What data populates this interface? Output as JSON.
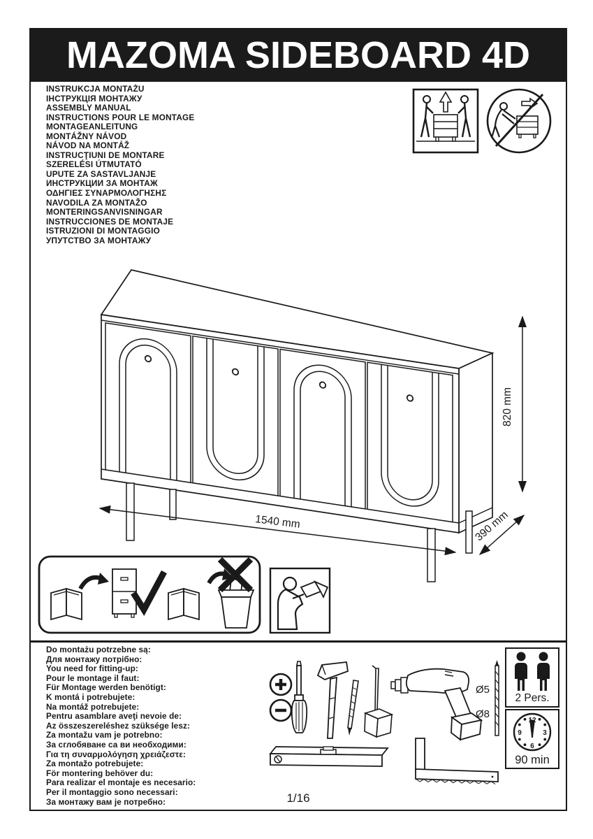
{
  "title": "MAZOMA SIDEBOARD 4D",
  "page_indicator": "1/16",
  "assembly_manual_labels": [
    "INSTRUKCJA MONTAŻU",
    "ІНСТРУКЦІЯ МОНТАЖУ",
    "ASSEMBLY MANUAL",
    "INSTRUCTIONS POUR LE MONTAGE",
    "MONTAGEANLEITUNG",
    "MONTÁŽNY NÁVOD",
    "NÁVOD NA MONTÁŽ",
    "INSTRUCŢIUNI DE MONTARE",
    "SZERELÉSI ÚTMUTATÓ",
    "UPUTE ZA SASTAVLJANJE",
    "ИНСТРУКЦИИ ЗА МОНТАЖ",
    "ΟΔΗΓΙΕΣ ΣΥΝΑΡΜΟΛΟΓΗΣΗΣ",
    "NAVODILA ZA MONTAŽO",
    "MONTERINGSANVISNINGAR",
    "INSTRUCCIONES DE MONTAJE",
    "ISTRUZIONI DI MONTAGGIO",
    "УПУТСТВО ЗА МОНТАЖУ"
  ],
  "tools_needed_labels": [
    "Do montażu potrzebne są:",
    "Для монтажу потрібно:",
    "You need for fitting-up:",
    "Pour le montage il faut:",
    "Für Montage werden benötigt:",
    "K montá i potrebujete:",
    "Na montáž potrebujete:",
    "Pentru asamblare aveţi nevoie de:",
    "Az összeszereléshez szüksége lesz:",
    "Za montažu vam je potrebno:",
    "За сглобяване са ви необходими:",
    "Για τη συναρμολόγηση χρειάζεστε:",
    "Za montažo potrebujete:",
    "För montering behöver du:",
    "Para realizar el montaje es necesario:",
    "Per il montaggio sono necessari:",
    "За монтажу вам је потребно:"
  ],
  "dimensions": {
    "height_label": "820 mm",
    "width_label": "1540 mm",
    "depth_label": "390 mm"
  },
  "drill_bit_labels": {
    "small": "Ø5",
    "large": "Ø8"
  },
  "persons_box": {
    "label": "2 Pers."
  },
  "time_box": {
    "label": "90 min",
    "clock_numbers": {
      "n12": "12",
      "n3": "3",
      "n6": "6",
      "n9": "9"
    }
  },
  "icons": {
    "top_right": [
      "two-person-lift-icon",
      "no-single-person-push-icon"
    ],
    "manual_row": [
      "keep-manual-with-furniture-icon",
      "dont-discard-manual-icon",
      "read-manual-icon"
    ],
    "tools": [
      "phillips-symbol-icon",
      "slotted-symbol-icon",
      "screwdriver-icon",
      "hammer-icon",
      "pencil-icon",
      "square-block-icon",
      "cordless-drill-icon",
      "drill-bit-icon",
      "spirit-level-icon",
      "carpenter-square-icon"
    ],
    "badges": [
      "two-persons-icon",
      "clock-icon"
    ]
  },
  "colors": {
    "ink": "#1a1a1a",
    "paper": "#ffffff",
    "title_bg": "#1b1b1b",
    "title_fg": "#ffffff"
  }
}
